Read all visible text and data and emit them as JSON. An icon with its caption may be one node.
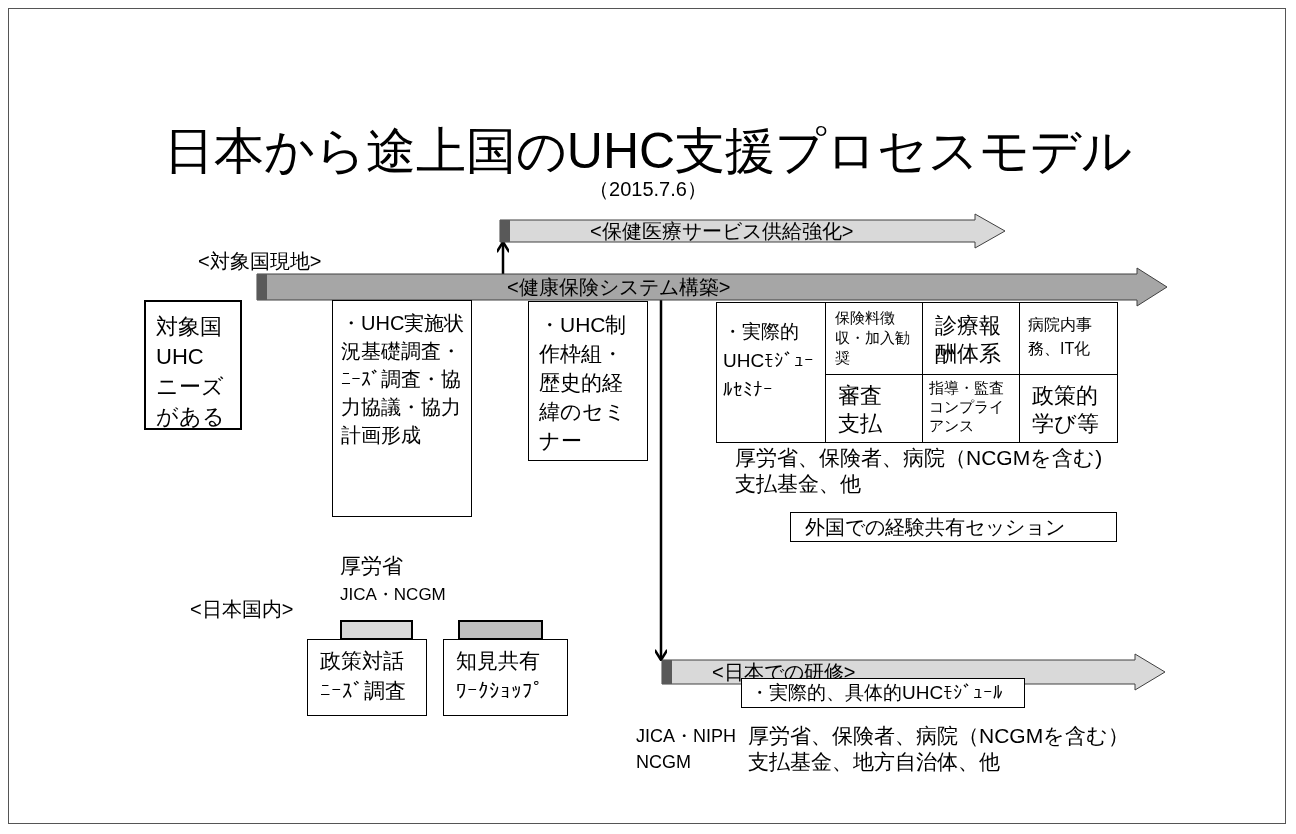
{
  "diagram": {
    "title": "日本から途上国のUHC支援プロセスモデル",
    "nodes": [
      {
        "text": [
          "<保健医療サービス供給強化>"
        ]
      },
      {
        "text": [
          "<健康保険システム構築>"
        ]
      },
      {
        "text": [
          "対象国UHCニーズがある"
        ]
      },
      {
        "text": [
          "・UHC実施状況基礎調査・ﾆｰｽﾞ調査・協力協議・協力計画形成"
        ]
      },
      {
        "text": [
          "・UHC制作枠組・歴史的経緯のセミナー"
        ]
      },
      {
        "text": [
          "・実際的UHCﾓｼﾞｭｰﾙｾﾐﾅｰ"
        ]
      },
      {
        "text": [
          "保険料徴収・加入勧奨"
        ]
      },
      {
        "text": [
          "診療報酬体系"
        ]
      },
      {
        "text": [
          "病院内事務、IT化"
        ]
      },
      {
        "text": [
          "審査支払"
        ]
      },
      {
        "text": [
          "指導・監査コンプライアンス"
        ]
      },
      {
        "text": [
          "政策的学び等"
        ]
      },
      {
        "text": [
          "外国での経験共有セッション"
        ]
      },
      {
        "text": [
          "<日本での研修>"
        ]
      },
      {
        "text": [
          "・実際的、具体的UHCﾓｼﾞｭｰﾙ"
        ]
      },
      {
        "text": [],
        "shape": "bar"
      },
      {
        "text": [
          "政策対話ﾆｰｽﾞ調査"
        ]
      },
      {
        "text": [],
        "shape": "bar"
      },
      {
        "text": [
          "知見共有ﾜｰｸｼｮｯﾌﾟ"
        ]
      }
    ],
    "edges": [
      {
        "from": 1,
        "to": 0,
        "arrow": "to"
      },
      {
        "from": 1,
        "to": 13,
        "arrow": "to"
      }
    ],
    "labels": [
      "（2015.7.6）",
      "<対象国現地>",
      "厚労省",
      "JICA・NCGM",
      "厚労省、保険者、病院（NCGMを含む)",
      "支払基金、他",
      "<日本国内>",
      "JICA・NIPH",
      "NCGM",
      "厚労省、保険者、病院（NCGMを含む）",
      "支払基金、地方自治体、他"
    ]
  }
}
